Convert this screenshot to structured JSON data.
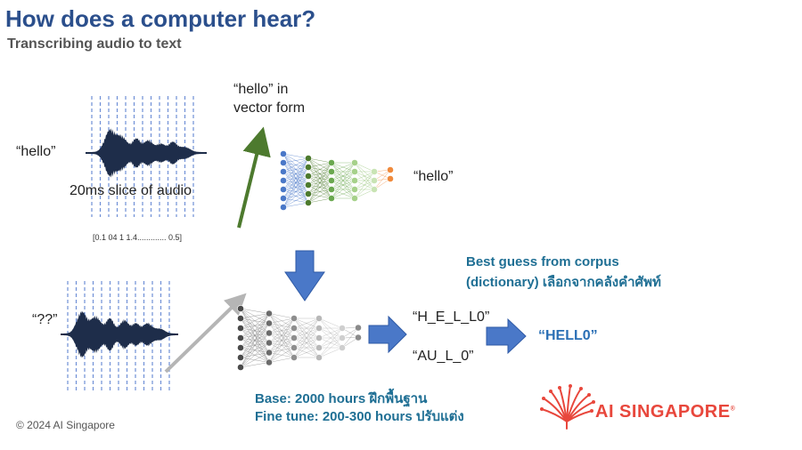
{
  "title": "How does a computer hear?",
  "subtitle": "Transcribing audio to text",
  "top_input_label": "“hello”",
  "slice_label": "20ms slice of audio",
  "vector_values": "[0.1 04 1 1.4............. 0.5]",
  "vector_label_line1": "“hello” in",
  "vector_label_line2": "vector form",
  "top_output_label": "“hello”",
  "bottom_input_label": "“??”",
  "candidate_1": "“H_E_L_L0”",
  "candidate_2": "“AU_L_0”",
  "final_output": "“HELL0”",
  "corpus_line1": "Best guess from corpus",
  "corpus_line2": "(dictionary) เลือกจากคลังคำศัพท์",
  "base_training": "Base: 2000 hours ฝึกพื้นฐาน",
  "fine_tune": "Fine tune: 200-300 hours ปรับแต่ง",
  "copyright": "© 2024 AI Singapore",
  "logo_text": "AI SINGAPORE",
  "logo_mark": "®",
  "colors": {
    "title": "#2b4f8c",
    "wave": "#1e2d4a",
    "slice_lines": "#6f8fd6",
    "green_arrow": "#4d7a2e",
    "gray_arrow": "#b5b5b5",
    "block_arrow": "#4a78c8",
    "teal_text": "#1f6f94",
    "logo": "#e8473c"
  }
}
